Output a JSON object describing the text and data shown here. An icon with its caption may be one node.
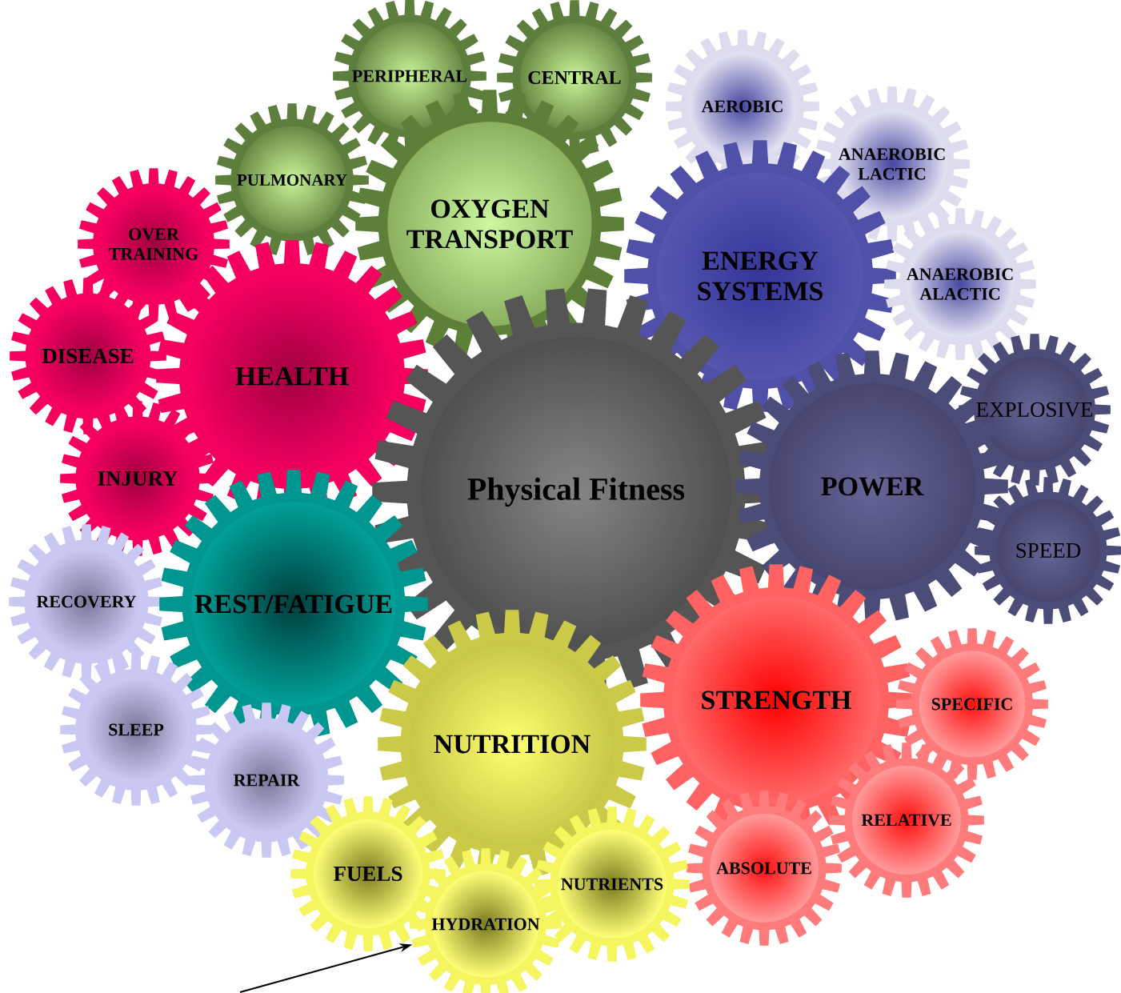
{
  "diagram": {
    "nodes": [
      {
        "text": [
          "PERIPHERAL"
        ]
      },
      {
        "text": [
          "CENTRAL"
        ]
      },
      {
        "text": [
          "AEROBIC"
        ]
      },
      {
        "text": [
          "PULMONARY"
        ]
      },
      {
        "text": [
          "ANAEROBIC LACTIC"
        ]
      },
      {
        "text": [
          "OXYGEN TRANSPORT"
        ]
      },
      {
        "text": [
          "OVER TRAINING"
        ]
      },
      {
        "text": [
          "ENERGY SYSTEMS"
        ]
      },
      {
        "text": [
          "ANAEROBIC ALACTIC"
        ]
      },
      {
        "text": [
          "DISEASE"
        ]
      },
      {
        "text": [
          "HEALTH"
        ]
      },
      {
        "text": [
          "EXPLOSIVE"
        ]
      },
      {
        "text": [
          "INJURY"
        ]
      },
      {
        "text": [
          "Physical Fitness"
        ]
      },
      {
        "text": [
          "POWER"
        ]
      },
      {
        "text": [
          "SPEED"
        ]
      },
      {
        "text": [
          "RECOVERY"
        ]
      },
      {
        "text": [
          "REST/FATIGUE"
        ]
      },
      {
        "text": [
          "STRENGTH"
        ]
      },
      {
        "text": [
          "SPECIFIC"
        ]
      },
      {
        "text": [
          "SLEEP"
        ]
      },
      {
        "text": [
          "NUTRITION"
        ]
      },
      {
        "text": [
          "REPAIR"
        ]
      },
      {
        "text": [
          "RELATIVE"
        ]
      },
      {
        "text": [
          "ABSOLUTE"
        ]
      },
      {
        "text": [
          "FUELS"
        ]
      },
      {
        "text": [
          "NUTRIENTS"
        ]
      },
      {
        "text": [
          "HYDRATION"
        ]
      }
    ],
    "edges": [
      {
        "from": null,
        "to": 27,
        "arrow": "to"
      }
    ]
  }
}
